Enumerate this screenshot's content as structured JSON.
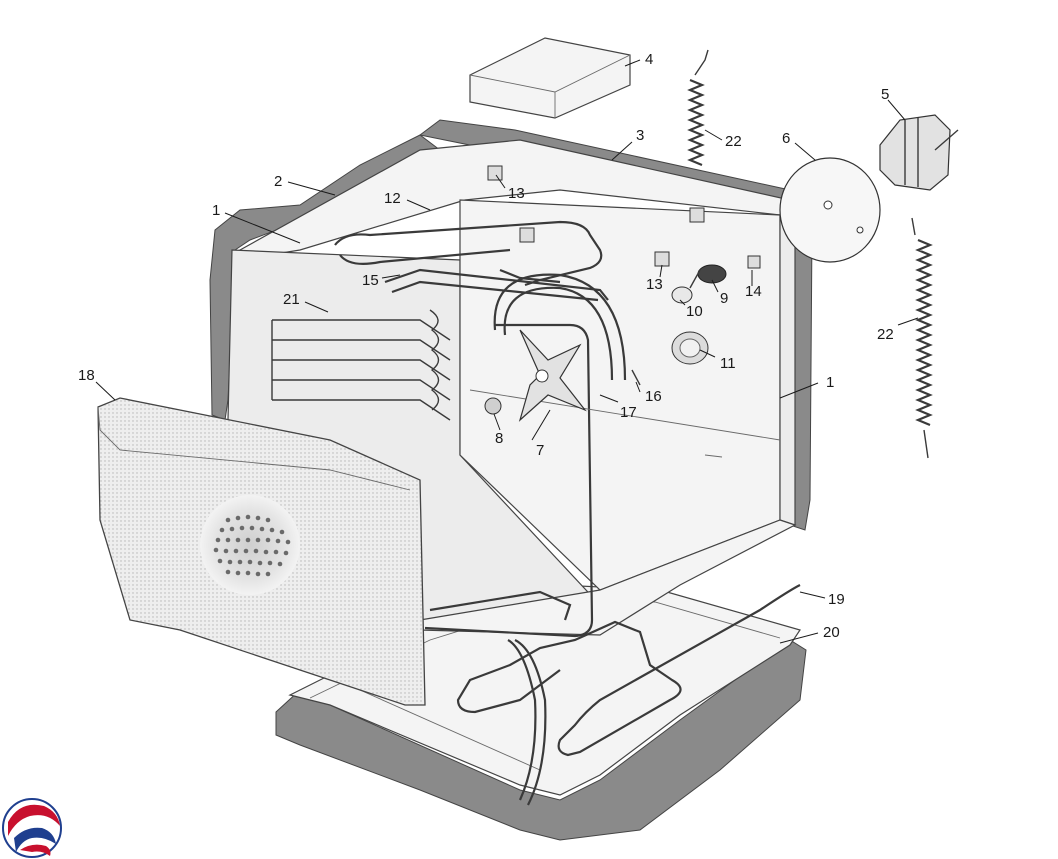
{
  "callouts": [
    {
      "id": "1a",
      "text": "1"
    },
    {
      "id": "1b",
      "text": "1"
    },
    {
      "id": "2",
      "text": "2"
    },
    {
      "id": "3",
      "text": "3"
    },
    {
      "id": "4",
      "text": "4"
    },
    {
      "id": "5",
      "text": "5"
    },
    {
      "id": "6",
      "text": "6"
    },
    {
      "id": "7",
      "text": "7"
    },
    {
      "id": "8",
      "text": "8"
    },
    {
      "id": "9",
      "text": "9"
    },
    {
      "id": "10",
      "text": "10"
    },
    {
      "id": "11",
      "text": "11"
    },
    {
      "id": "12",
      "text": "12"
    },
    {
      "id": "13a",
      "text": "13"
    },
    {
      "id": "13b",
      "text": "13"
    },
    {
      "id": "14",
      "text": "14"
    },
    {
      "id": "15",
      "text": "15"
    },
    {
      "id": "16",
      "text": "16"
    },
    {
      "id": "17",
      "text": "17"
    },
    {
      "id": "18",
      "text": "18"
    },
    {
      "id": "19",
      "text": "19"
    },
    {
      "id": "20",
      "text": "20"
    },
    {
      "id": "21",
      "text": "21"
    },
    {
      "id": "22a",
      "text": "22"
    },
    {
      "id": "22b",
      "text": "22"
    }
  ],
  "logo": {
    "icon": "brand-logo-icon",
    "colors": [
      "#c8102e",
      "#1f3f8f"
    ]
  },
  "colors": {
    "line": "#3a3a3a",
    "panel": "#f4f4f4",
    "insulation": "#8a8a8a"
  }
}
